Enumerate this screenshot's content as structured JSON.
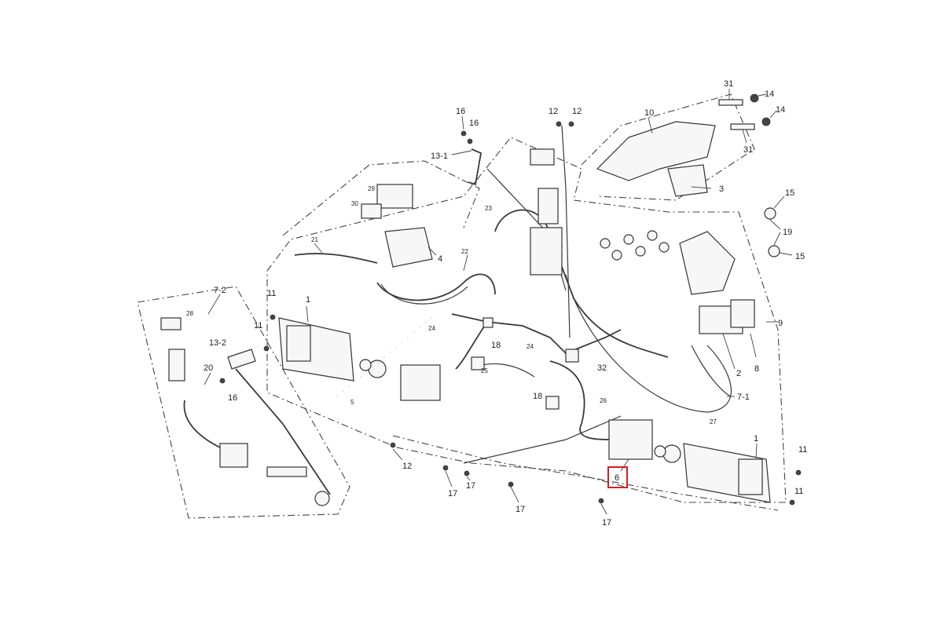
{
  "diagram": {
    "highlight_color": "#d32020",
    "highlighted_callout": "6",
    "callouts": {
      "c31a": "31",
      "c14a": "14",
      "c14b": "14",
      "c31b": "31",
      "c10": "10",
      "c3": "3",
      "c15a": "15",
      "c19": "19",
      "c15b": "15",
      "c9": "9",
      "c8": "8",
      "c2": "2",
      "c7_1": "7-1",
      "c27": "27",
      "c16a": "16",
      "c16b": "16",
      "c13_1": "13-1",
      "c12a": "12",
      "c12b": "12",
      "c29": "29",
      "c30": "30",
      "c21": "21",
      "c4": "4",
      "c22": "22",
      "c23": "23",
      "c7_2": "7-2",
      "c28": "28",
      "c13_2": "13-2",
      "c20": "20",
      "c16c": "16",
      "c11a": "11",
      "c11b": "11",
      "c1a": "1",
      "c5": "5",
      "c24a": "24",
      "c24b": "24",
      "c18a": "18",
      "c18b": "18",
      "c25": "25",
      "c32": "32",
      "c26": "26",
      "c12c": "12",
      "c17a": "17",
      "c17b": "17",
      "c17c": "17",
      "c17d": "17",
      "c6": "6",
      "c1b": "1",
      "c11c": "11",
      "c11d": "11"
    }
  }
}
